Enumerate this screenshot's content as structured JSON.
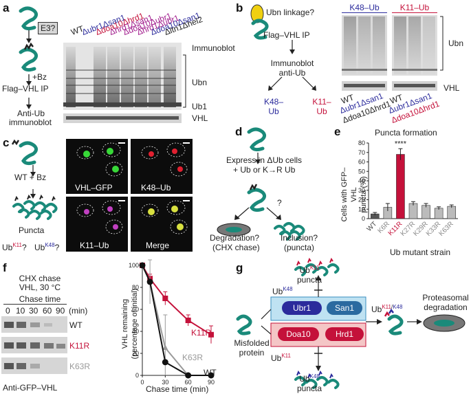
{
  "panel_a": {
    "label": "a",
    "e3": "E3?",
    "bz": "+Bz",
    "ip": "Flag–VHL IP",
    "anti": "Anti-Ub",
    "immuno": "immunoblot",
    "lanes": [
      {
        "text": "WT",
        "color": "#222222"
      },
      {
        "text": "Δubr1Δsan1",
        "color": "#2b2b9c"
      },
      {
        "text": "Δdoa10Δhrd1",
        "color": "#c4113a"
      },
      {
        "text": "Δhrd1Δsan1",
        "color": "#a01b8c"
      },
      {
        "text": "Δdoa10Δubr1",
        "color": "#a01b8c"
      },
      {
        "text": "Δhrd1Δubr1",
        "color": "#a01b8c"
      },
      {
        "text": "Δdoa10Δsan1",
        "color": "#2b2b9c"
      },
      {
        "text": "Δltn1Δhel2",
        "color": "#222222"
      }
    ],
    "immunoblot": "Immunoblot",
    "ubn": "Ubn",
    "ub1": "Ub1",
    "vhl": "VHL"
  },
  "panel_b": {
    "label": "b",
    "linkage": "Ubn linkage?",
    "ip": "Flag–VHL IP",
    "immunoblot": "Immunoblot",
    "antiub": "anti-Ub",
    "k48": "K48–\nUb",
    "k11": "K11–\nUb",
    "blot_k48": "K48–Ub",
    "blot_k11": "K11–Ub",
    "lanes_k48": [
      "WT",
      "Δubr1Δsan1",
      "Δdoa10Δhrd1"
    ],
    "lanes_k11": [
      "WT",
      "Δubr1Δsan1",
      "Δdoa10Δhrd1"
    ],
    "ubn": "Ubn",
    "vhl": "VHL",
    "color_k48": "#2b2b9c",
    "color_k11": "#c4113a"
  },
  "panel_c": {
    "label": "c",
    "wtbz": "WT + Bz",
    "puncta": "Puncta",
    "ubk11": "UbK11?",
    "ubk48": "UbK48?",
    "img_vhl": "VHL–GFP",
    "img_k48": "K48–Ub",
    "img_k11": "K11–Ub",
    "img_merge": "Merge"
  },
  "panel_d": {
    "label": "d",
    "express": "Express in  ΔUb cells",
    "ub": "+ Ub or K→R Ub",
    "q": "?",
    "degradation": "Degradation?",
    "chx": "(CHX chase)",
    "inclusion": "Inclusion?",
    "puncta": "(puncta)"
  },
  "panel_e": {
    "label": "e",
    "title": "Puncta formation",
    "stars": "****",
    "xlabel": "Ub mutant strain",
    "ylabel": "Cells with GFP–VHL\npuncta (%)"
  },
  "panel_f": {
    "label": "f",
    "chx1": "CHX chase",
    "chx2": "VHL, 30 °C",
    "chase_time": "Chase time",
    "times": [
      "0",
      "10",
      "30",
      "60",
      "90"
    ],
    "min": "(min)",
    "rows": [
      "WT",
      "K11R",
      "K63R"
    ],
    "anti": "Anti-GFP–VHL",
    "ylabel1": "VHL remaining",
    "ylabel2": "(percentage of initial)",
    "xlabel": "Chase time (min)",
    "lbl_k11r": "K11R",
    "lbl_k63r": "K63R",
    "lbl_wt": "WT"
  },
  "panel_g": {
    "label": "g",
    "k11puncta": "UbK11\npuncta",
    "k48": "UbK48",
    "ubr1": "Ubr1",
    "san1": "San1",
    "doa10": "Doa10",
    "hrd1": "Hrd1",
    "k11": "UbK11",
    "k11k48": "UbK11/K48",
    "proteasomal": "Proteasomal\ndegradation",
    "misfolded": "Misfolded\nprotein",
    "k48puncta": "UbK48\npuncta"
  },
  "chart_data": [
    {
      "type": "bar",
      "title": "Puncta formation",
      "categories": [
        "WT",
        "K6R",
        "K11R",
        "K27R",
        "K29R",
        "K33R",
        "K63R"
      ],
      "values": [
        5,
        12,
        68,
        16,
        14,
        11,
        13
      ],
      "errors": [
        1.5,
        4,
        6,
        2,
        2,
        1.5,
        1.5
      ],
      "ylabel": "Cells with GFP–VHL puncta (%)",
      "xlabel": "Ub mutant strain",
      "ylim": [
        0,
        80
      ],
      "yticks": [
        0,
        10,
        20,
        30,
        40,
        50,
        60,
        70,
        80
      ],
      "highlight": "K11R",
      "colors": {
        "WT": "#555555",
        "K11R": "#c4113a",
        "default": "#bbbbbb"
      }
    },
    {
      "type": "line",
      "x": [
        0,
        10,
        30,
        60,
        90
      ],
      "series": [
        {
          "name": "K11R",
          "values": [
            100,
            88,
            70,
            50,
            37
          ],
          "errors": [
            0,
            4,
            6,
            5,
            8
          ],
          "color": "#c4113a"
        },
        {
          "name": "K63R",
          "values": [
            100,
            85,
            25,
            0,
            0
          ],
          "errors": [
            0,
            20,
            30,
            0,
            0
          ],
          "color": "#9a9a9a"
        },
        {
          "name": "WT",
          "values": [
            100,
            85,
            12,
            0,
            0
          ],
          "errors": [
            0,
            0,
            0,
            0,
            0
          ],
          "color": "#111111"
        }
      ],
      "xlabel": "Chase time (min)",
      "ylabel": "VHL remaining (percentage of initial)",
      "xlim": [
        0,
        90
      ],
      "ylim": [
        0,
        100
      ],
      "xticks": [
        0,
        30,
        60,
        90
      ],
      "yticks": [
        0,
        20,
        40,
        60,
        80,
        100
      ]
    }
  ]
}
